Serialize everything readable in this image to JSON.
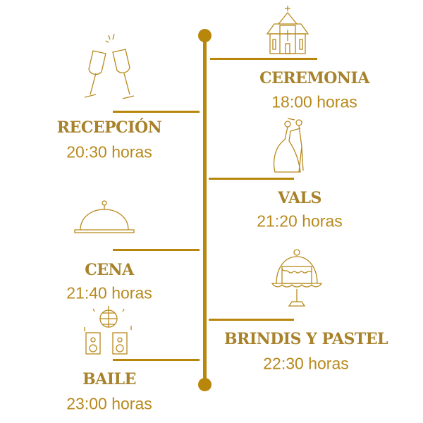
{
  "accent_color": "#b8860b",
  "events": [
    {
      "title": "CEREMONIA",
      "time": "18:00 horas",
      "icon": "church-icon"
    },
    {
      "title": "RECEPCIÓN",
      "time": "20:30 horas",
      "icon": "champagne-toast-icon"
    },
    {
      "title": "VALS",
      "time": "21:20 horas",
      "icon": "dancing-couple-icon"
    },
    {
      "title": "CENA",
      "time": "21:40 horas",
      "icon": "serving-cloche-icon"
    },
    {
      "title": "BRINDIS Y PASTEL",
      "time": "22:30 horas",
      "icon": "cake-dome-icon"
    },
    {
      "title": "BAILE",
      "time": "23:00 horas",
      "icon": "disco-speakers-icon"
    }
  ]
}
